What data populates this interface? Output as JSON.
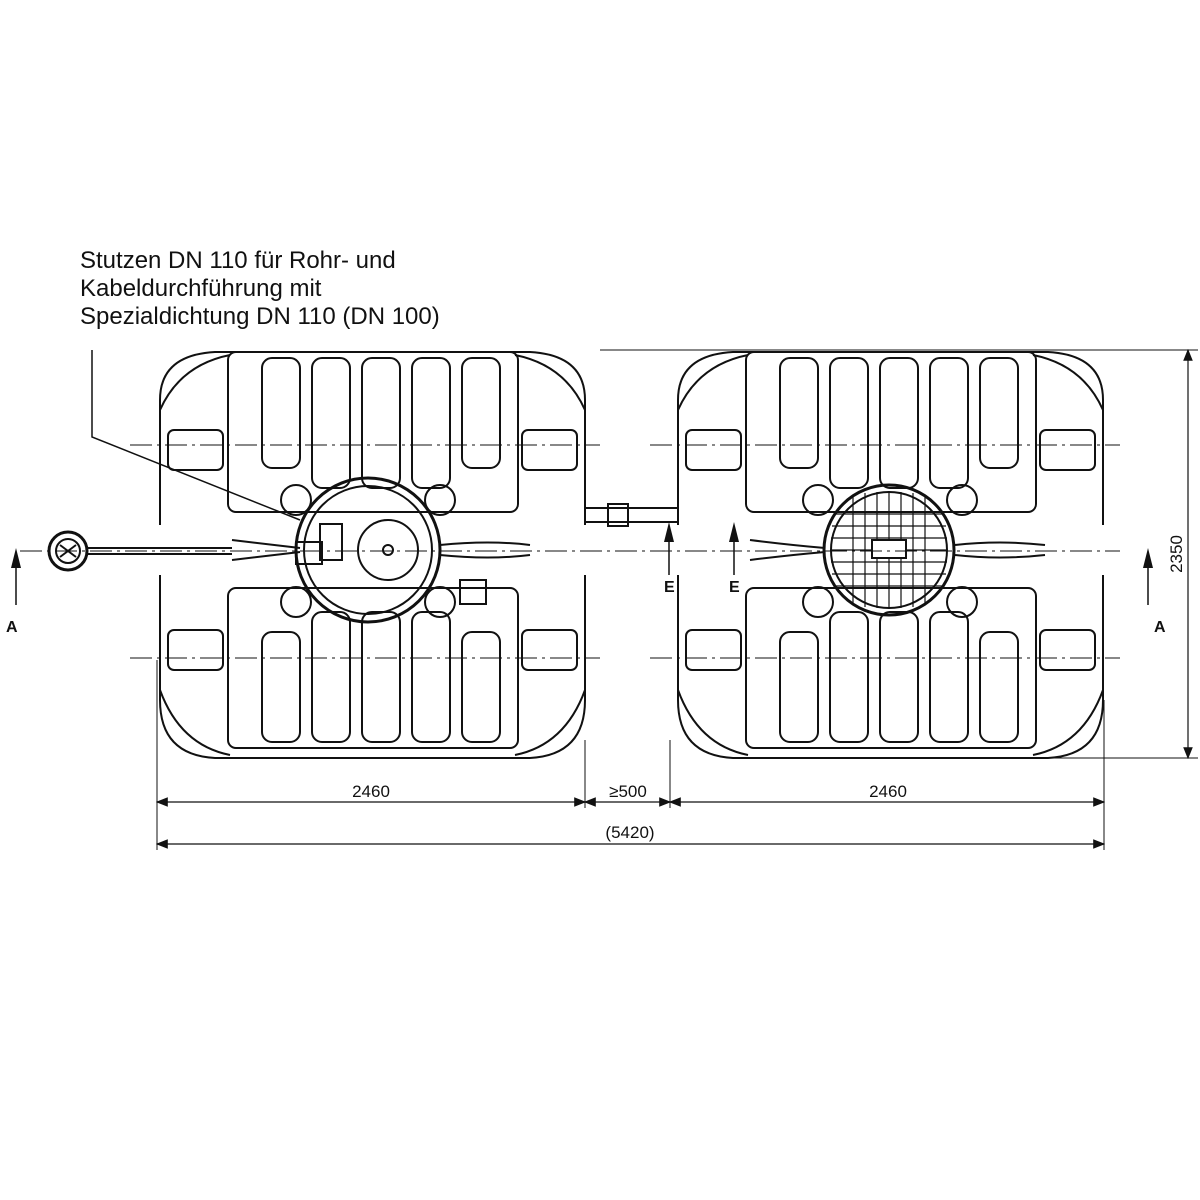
{
  "callout": {
    "line1": "Stutzen DN 110 für Rohr- und",
    "line2": "Kabeldurchführung mit",
    "line3": "Spezialdichtung DN 110 (DN 100)"
  },
  "dimensions": {
    "tank_left_width": "2460",
    "gap": "≥500",
    "tank_right_width": "2460",
    "total_width": "(5420)",
    "height": "2350"
  },
  "section_labels": {
    "a_left": "A",
    "a_right": "A",
    "e_left": "E",
    "e_right": "E"
  }
}
